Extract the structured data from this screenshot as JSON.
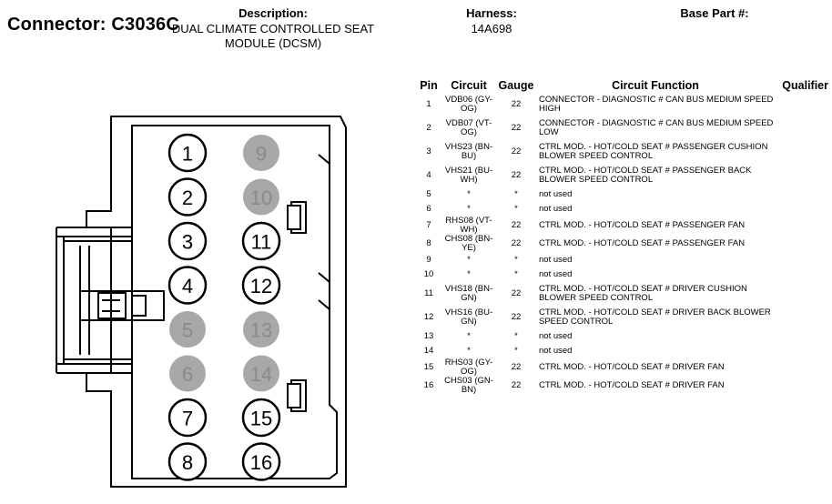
{
  "header": {
    "connector_title": "Connector: C3036C",
    "description_label": "Description:",
    "description_value_line1": "DUAL CLIMATE CONTROLLED SEAT",
    "description_value_line2": "MODULE (DCSM)",
    "harness_label": "Harness:",
    "harness_value": "14A698",
    "base_part_label": "Base Part #:"
  },
  "table": {
    "headers": {
      "pin": "Pin",
      "circuit": "Circuit",
      "gauge": "Gauge",
      "function": "Circuit Function",
      "qualifier": "Qualifier"
    },
    "rows": [
      {
        "pin": "1",
        "circuit": "VDB06 (GY-OG)",
        "gauge": "22",
        "function": "CONNECTOR - DIAGNOSTIC # CAN BUS MEDIUM SPEED HIGH",
        "qualifier": ""
      },
      {
        "pin": "2",
        "circuit": "VDB07 (VT-OG)",
        "gauge": "22",
        "function": "CONNECTOR - DIAGNOSTIC # CAN BUS MEDIUM SPEED LOW",
        "qualifier": ""
      },
      {
        "pin": "3",
        "circuit": "VHS23 (BN-BU)",
        "gauge": "22",
        "function": "CTRL MOD. - HOT/COLD SEAT # PASSENGER CUSHION BLOWER SPEED CONTROL",
        "qualifier": ""
      },
      {
        "pin": "4",
        "circuit": "VHS21 (BU-WH)",
        "gauge": "22",
        "function": "CTRL MOD. - HOT/COLD SEAT # PASSENGER BACK BLOWER SPEED CONTROL",
        "qualifier": ""
      },
      {
        "pin": "5",
        "circuit": "*",
        "gauge": "*",
        "function": "not used",
        "qualifier": ""
      },
      {
        "pin": "6",
        "circuit": "*",
        "gauge": "*",
        "function": "not used",
        "qualifier": ""
      },
      {
        "pin": "7",
        "circuit": "RHS08 (VT-WH)",
        "gauge": "22",
        "function": "CTRL MOD. - HOT/COLD SEAT # PASSENGER FAN",
        "qualifier": ""
      },
      {
        "pin": "8",
        "circuit": "CHS08 (BN-YE)",
        "gauge": "22",
        "function": "CTRL MOD. - HOT/COLD SEAT # PASSENGER FAN",
        "qualifier": ""
      },
      {
        "pin": "9",
        "circuit": "*",
        "gauge": "*",
        "function": "not used",
        "qualifier": ""
      },
      {
        "pin": "10",
        "circuit": "*",
        "gauge": "*",
        "function": "not used",
        "qualifier": ""
      },
      {
        "pin": "11",
        "circuit": "VHS18 (BN-GN)",
        "gauge": "22",
        "function": "CTRL MOD. - HOT/COLD SEAT # DRIVER CUSHION BLOWER SPEED CONTROL",
        "qualifier": ""
      },
      {
        "pin": "12",
        "circuit": "VHS16 (BU-GN)",
        "gauge": "22",
        "function": "CTRL MOD. - HOT/COLD SEAT # DRIVER BACK BLOWER SPEED CONTROL",
        "qualifier": ""
      },
      {
        "pin": "13",
        "circuit": "*",
        "gauge": "*",
        "function": "not used",
        "qualifier": ""
      },
      {
        "pin": "14",
        "circuit": "*",
        "gauge": "*",
        "function": "not used",
        "qualifier": ""
      },
      {
        "pin": "15",
        "circuit": "RHS03 (GY-OG)",
        "gauge": "22",
        "function": "CTRL MOD. - HOT/COLD SEAT # DRIVER FAN",
        "qualifier": ""
      },
      {
        "pin": "16",
        "circuit": "CHS03 (GN-BN)",
        "gauge": "22",
        "function": "CTRL MOD. - HOT/COLD SEAT # DRIVER FAN",
        "qualifier": ""
      }
    ]
  },
  "connector_face": {
    "left_column": [
      "1",
      "2",
      "3",
      "4",
      "5",
      "6",
      "7",
      "8"
    ],
    "right_column": [
      "9",
      "10",
      "11",
      "12",
      "13",
      "14",
      "15",
      "16"
    ],
    "unused_pins": [
      "5",
      "6",
      "9",
      "10",
      "13",
      "14"
    ],
    "colors": {
      "used_fill": "#ffffff",
      "unused_fill": "#a8a8a8",
      "unused_text": "#8a8a8a",
      "outline": "#000000"
    }
  }
}
